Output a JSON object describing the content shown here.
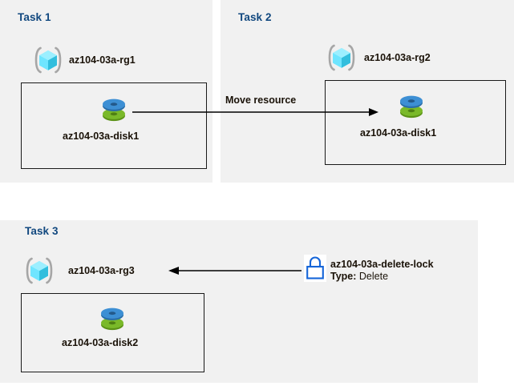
{
  "diagram": {
    "title": "Azure resource group tasks diagram",
    "background": "#ffffff",
    "panel_fill": "#f1f1f1",
    "title_color": "#11487f",
    "text_color": "#1a1208",
    "line_color": "#000000",
    "lock_color": "#1565d8",
    "cube_color": "#50e6ff",
    "disk_blue": "#3d8fd4",
    "disk_green": "#7ab929"
  },
  "task1": {
    "title": "Task 1",
    "resource_group": {
      "label": "az104-03a-rg1",
      "icon": "resource-group-icon"
    },
    "resource": {
      "label": "az104-03a-disk1",
      "icon": "managed-disk-icon"
    }
  },
  "task2": {
    "title": "Task 2",
    "resource_group": {
      "label": "az104-03a-rg2",
      "icon": "resource-group-icon"
    },
    "resource": {
      "label": "az104-03a-disk1",
      "icon": "managed-disk-icon"
    }
  },
  "task3": {
    "title": "Task 3",
    "resource_group": {
      "label": "az104-03a-rg3",
      "icon": "resource-group-icon"
    },
    "resource": {
      "label": "az104-03a-disk2",
      "icon": "managed-disk-icon"
    },
    "lock": {
      "icon": "lock-icon",
      "name": "az104-03a-delete-lock",
      "type_key": "Type:",
      "type_value": "Delete"
    }
  },
  "connectors": {
    "move_resource": {
      "label": "Move resource",
      "direction": "right"
    },
    "lock_applies_to": {
      "label": "",
      "direction": "left"
    }
  }
}
